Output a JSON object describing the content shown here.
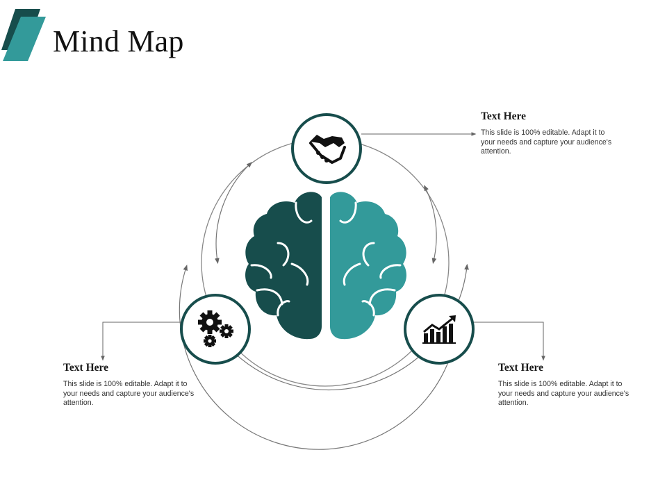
{
  "slide": {
    "title": "Mind Map"
  },
  "colors": {
    "dark_teal": "#174d4c",
    "teal": "#339a9a",
    "line": "#666666",
    "icon": "#111111"
  },
  "nodes": [
    {
      "id": "top",
      "icon": "handshake-icon",
      "heading": "Text Here",
      "body": "This slide is 100% editable. Adapt it to your needs and capture your audience's attention."
    },
    {
      "id": "left",
      "icon": "gears-icon",
      "heading": "Text Here",
      "body": "This slide is 100% editable. Adapt it to your needs and capture your audience's attention."
    },
    {
      "id": "right",
      "icon": "growth-chart-icon",
      "heading": "Text Here",
      "body": "This slide is 100% editable. Adapt it to your needs and capture your audience's attention."
    }
  ],
  "center": {
    "icon": "brain-icon"
  }
}
